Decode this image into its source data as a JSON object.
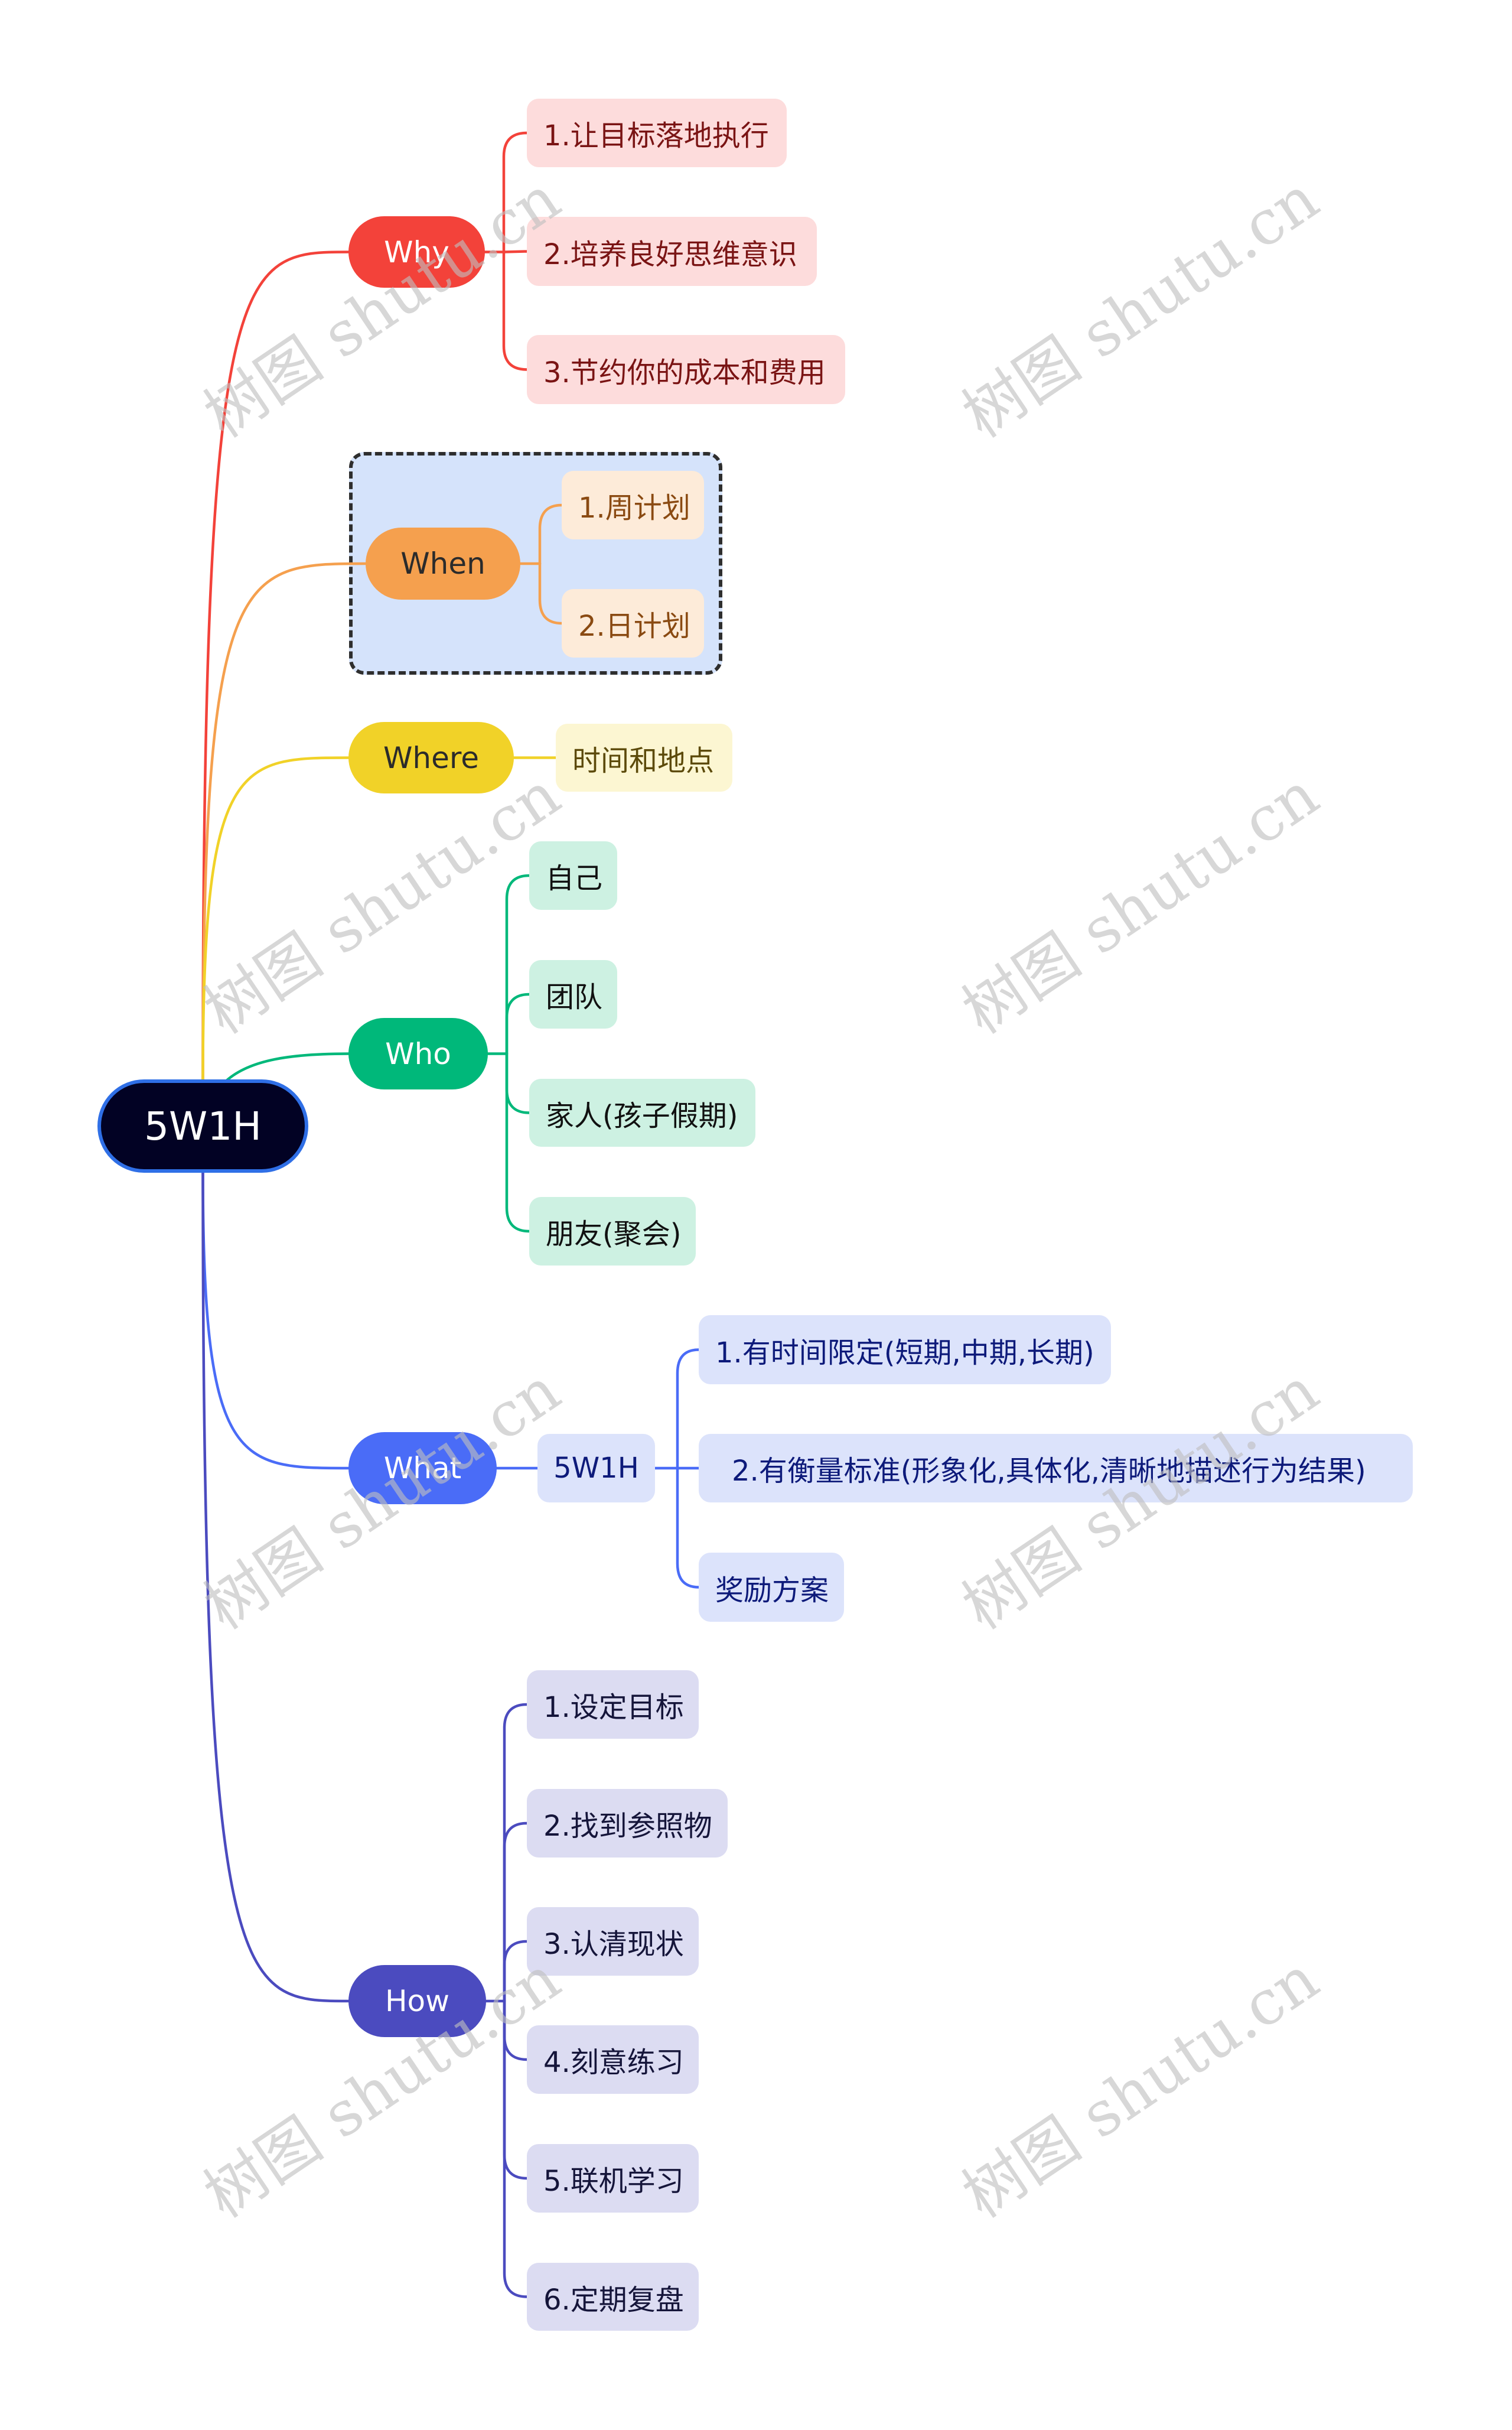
{
  "root": {
    "label": "5W1H",
    "fill": "#020224",
    "border": "#2f6fe6",
    "text": "#ffffff"
  },
  "watermark": {
    "text": "树图 shutu.cn"
  },
  "branches": [
    {
      "id": "why",
      "label": "Why",
      "color": "#f3423a",
      "text": "#ffffff",
      "child_fill": "#fddcdc",
      "child_text": "#7a1414",
      "children": [
        "1.让目标落地执行",
        "2.培养良好思维意识",
        "3.节约你的成本和费用"
      ]
    },
    {
      "id": "when",
      "label": "When",
      "color": "#f5a04e",
      "text": "#2b2b2b",
      "child_fill": "#fdebd9",
      "child_text": "#8a4a12",
      "boundary_fill": "#d5e3fb",
      "children": [
        "1.周计划",
        "2.日计划"
      ]
    },
    {
      "id": "where",
      "label": "Where",
      "color": "#f1d228",
      "text": "#2b2b2b",
      "child_fill": "#fcf6d2",
      "child_text": "#5c4a0a",
      "children": [
        "时间和地点"
      ]
    },
    {
      "id": "who",
      "label": "Who",
      "color": "#00b87a",
      "text": "#ffffff",
      "child_fill": "#cdf1e2",
      "child_text": "#111111",
      "children": [
        "自己",
        "团队",
        "家人(孩子假期)",
        "朋友(聚会)"
      ]
    },
    {
      "id": "what",
      "label": "What",
      "color": "#4a6cf7",
      "text": "#ffffff",
      "child_fill": "#dce3fb",
      "child_text": "#0d1a7a",
      "sub": {
        "label": "5W1H",
        "children": [
          "1.有时间限定(短期,中期,长期)",
          "2.有衡量标准(形象化,具体化,清晰地描述行为结果)",
          "奖励方案"
        ]
      }
    },
    {
      "id": "how",
      "label": "How",
      "color": "#4b4bbf",
      "text": "#ffffff",
      "child_fill": "#dcdcf2",
      "child_text": "#15153a",
      "children": [
        "1.设定目标",
        "2.找到参照物",
        "3.认清现状",
        "4.刻意练习",
        "5.联机学习",
        "6.定期复盘"
      ]
    }
  ]
}
